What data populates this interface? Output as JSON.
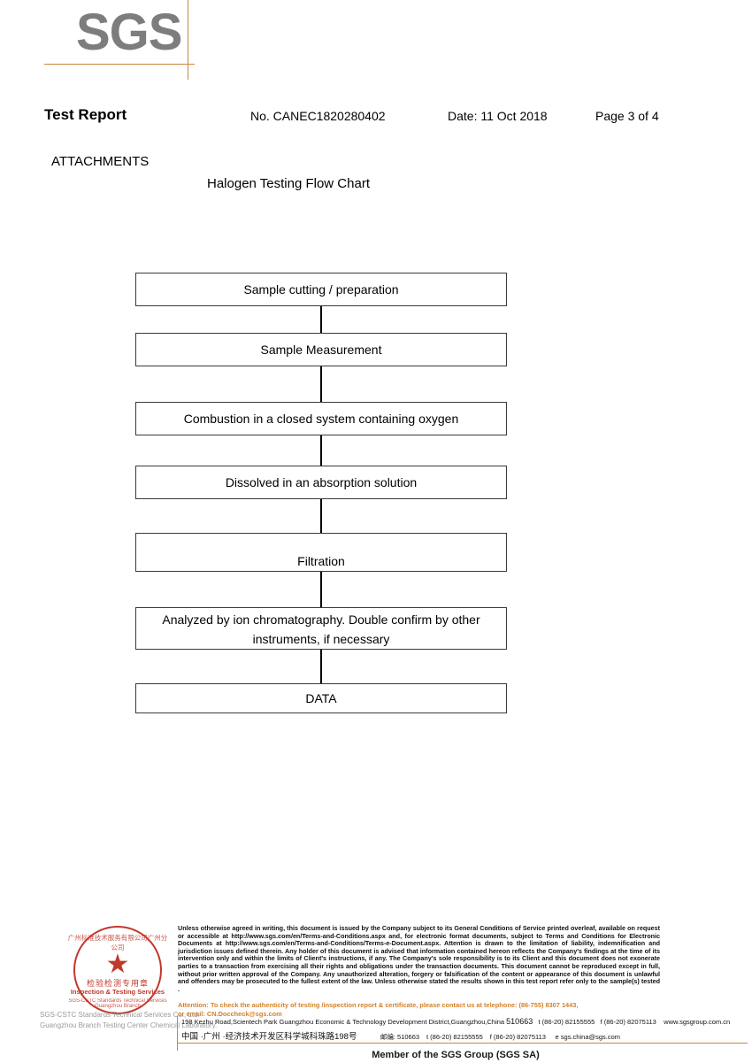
{
  "logo": {
    "text": "SGS",
    "accent_color": "#c8873f",
    "text_color": "#7d7d7d"
  },
  "header": {
    "title": "Test Report",
    "report_no": "No. CANEC1820280402",
    "date": "Date: 11 Oct 2018",
    "page": "Page 3 of 4"
  },
  "sections": {
    "attachments_heading": "ATTACHMENTS",
    "flowchart_title": "Halogen Testing Flow Chart"
  },
  "flowchart": {
    "steps": [
      {
        "label": "Sample cutting / preparation"
      },
      {
        "label": "Sample Measurement"
      },
      {
        "label": "Combustion in a closed system containing oxygen"
      },
      {
        "label": "Dissolved in an absorption solution"
      },
      {
        "label": "Filtration"
      },
      {
        "label": "Analyzed by ion chromatography. Double confirm by other instruments, if necessary"
      },
      {
        "label": "DATA"
      }
    ]
  },
  "seal": {
    "arc_top": "广州标准技术服务有限公司广州分公司",
    "star": "★",
    "cn_text": "检验检测专用章",
    "en_text": "Inspection & Testing Services",
    "arc_bottom": "SGS-CSTC Standards Technical Services Guangzhou Branch",
    "company_line_1": "SGS-CSTC Standards Technical Services Co., Ltd.",
    "company_line_2": "Guangzhou Branch Testing Center Chemical Laboratory.",
    "color": "#c0392b"
  },
  "footer": {
    "legal_text": "Unless otherwise agreed in writing, this document is issued by the Company subject to its General Conditions of Service printed overleaf, available on request or accessible at http://www.sgs.com/en/Terms-and-Conditions.aspx and, for electronic format documents, subject to Terms and Conditions for Electronic Documents at http://www.sgs.com/en/Terms-and-Conditions/Terms-e-Document.aspx. Attention is drawn to the limitation of liability, indemnification and jurisdiction issues defined therein. Any holder of this document is advised that information contained hereon reflects the Company's findings at the time of its intervention only and within the limits of Client's instructions, if any. The Company's sole responsibility is to its Client and this document does not exonerate parties to a transaction from exercising all their rights and obligations under the transaction documents. This document cannot be reproduced except in full, without prior written approval of the Company. Any unauthorized alteration, forgery or falsification of the content or appearance of this document is unlawful and offenders may be prosecuted to the fullest extent of the law. Unless otherwise stated the results shown in this test report refer only to the sample(s) tested .",
    "attention_line_1": "Attention: To check the authenticity of testing /inspection report & certificate, please contact us at telephone: (86-755) 8307 1443,",
    "attention_line_2": "or email: CN.Doccheck@sgs.com",
    "attention_color": "#d4812a",
    "address_en": "198 Kezhu Road,Scientech Park Guangzhou Economic & Technology Development District,Guangzhou,China",
    "postcode_en": "510663",
    "tel_en": "t (86-20) 82155555",
    "fax_en": "f (86-20) 82075113",
    "web_en": "www.sgsgroup.com.cn",
    "address_cn": "中国 ·广州 ·经济技术开发区科学城科珠路198号",
    "postcode_cn": "邮编: 510663",
    "tel_cn": "t (86-20) 82155555",
    "fax_cn": "f (86-20) 82075113",
    "email_cn": "e sgs.china@sgs.com",
    "member_line": "Member of the SGS Group (SGS SA)",
    "divider_color": "#c8873f"
  }
}
